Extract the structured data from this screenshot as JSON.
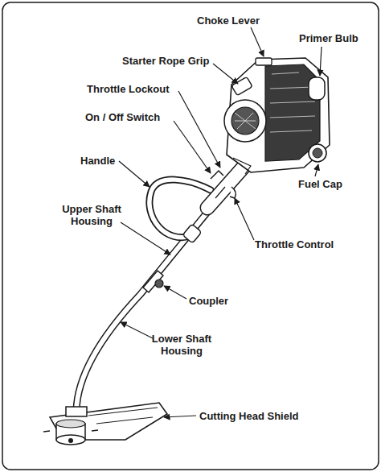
{
  "diagram": {
    "labels": [
      "Choke Lever",
      "Primer Bulb",
      "Starter Rope Grip",
      "Throttle Lockout",
      "On / Off Switch",
      "Fuel Cap",
      "Handle",
      "Upper Shaft Housing",
      "Throttle Control",
      "Coupler",
      "Lower Shaft Housing",
      "Cutting Head Shield"
    ]
  }
}
